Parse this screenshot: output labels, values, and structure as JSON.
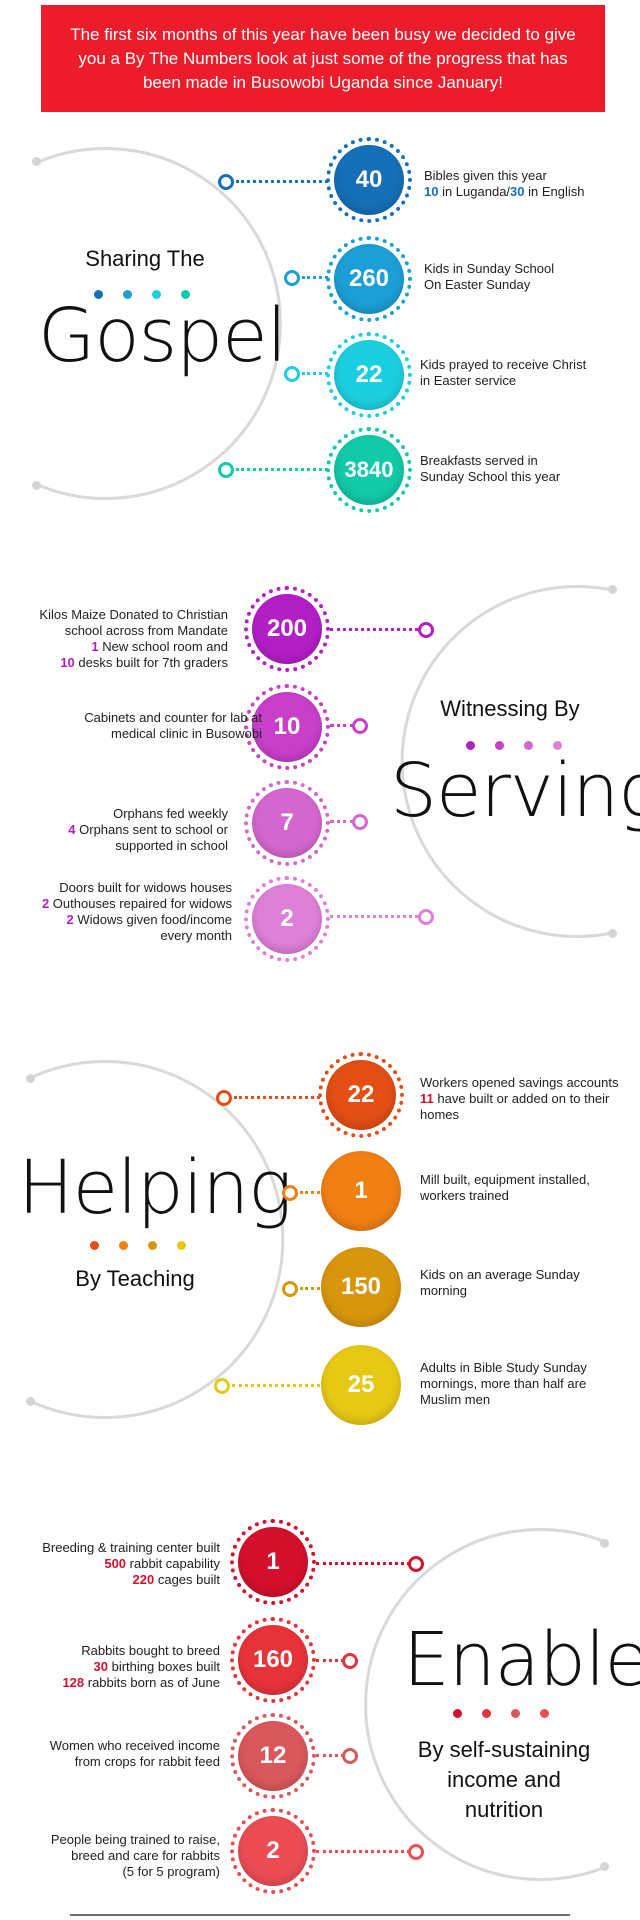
{
  "banner": "The first six months of this year have been busy we decided to give you a By The Numbers look at just some of the progress that has been made in Busowobi Uganda since January!",
  "gospel": {
    "title_small": "Sharing The",
    "title_big": "Gospel",
    "colors": [
      "#1570b8",
      "#1c9fd6",
      "#1ccfe0",
      "#12c9a8"
    ],
    "stats": [
      {
        "value": "40",
        "line1": "Bibles given this year",
        "hl1": "10",
        "mid": " in Luganda/",
        "hl2": "30",
        "tail": " in English"
      },
      {
        "value": "260",
        "line1": "Kids in Sunday School",
        "line2": "On Easter Sunday"
      },
      {
        "value": "22",
        "line1": "Kids prayed to receive Christ",
        "line2": "in Easter service"
      },
      {
        "value": "3840",
        "line1": "Breakfasts served in",
        "line2": "Sunday School this year"
      }
    ]
  },
  "serving": {
    "title_small": "Witnessing By",
    "title_big": "Serving",
    "colors": [
      "#b21fc4",
      "#c83fc9",
      "#d467cf",
      "#de7fd8"
    ],
    "stats": [
      {
        "value": "200",
        "line1": "Kilos Maize Donated to Christian",
        "line2": "school across from Mandate",
        "hl3": "1",
        "line3": " New school room and",
        "hl4": "10",
        "line4": " desks built for 7th graders"
      },
      {
        "value": "10",
        "line1": "Cabinets and counter for lab at",
        "line2": "medical clinic in Busowobi"
      },
      {
        "value": "7",
        "line1": "Orphans fed weekly",
        "hl2": "4",
        "line2": " Orphans sent to school or",
        "line3": "supported in school"
      },
      {
        "value": "2",
        "line1": "Doors built for widows houses",
        "hl2": "2",
        "line2": " Outhouses repaired for widows",
        "hl3": "2",
        "line3": " Widows given food/income",
        "line4": "every month"
      }
    ]
  },
  "helping": {
    "title_big": "Helping",
    "title_small": "By Teaching",
    "colors": [
      "#e24e14",
      "#f07f14",
      "#d8960c",
      "#e7c814"
    ],
    "stats": [
      {
        "value": "22",
        "line1": "Workers opened savings accounts",
        "hl2": "11",
        "line2": " have built or added on to their",
        "line3": "homes"
      },
      {
        "value": "1",
        "line1": "Mill built, equipment installed,",
        "line2": "workers trained"
      },
      {
        "value": "150",
        "line1": "Kids on an average Sunday",
        "line2": "morning"
      },
      {
        "value": "25",
        "line1": "Adults in Bible Study Sunday",
        "line2": "mornings, more than half are",
        "line3": "Muslim men"
      }
    ]
  },
  "enable": {
    "title_big": "Enable",
    "subtitle": [
      "By self-sustaining",
      "income and",
      "nutrition"
    ],
    "colors": [
      "#d5102c",
      "#e8323a",
      "#d9585c",
      "#ec4d55"
    ],
    "stats": [
      {
        "value": "1",
        "line1": "Breeding & training center built",
        "hl2": "500",
        "line2": " rabbit capability",
        "hl3": "220",
        "line3": " cages built"
      },
      {
        "value": "160",
        "line1": "Rabbits bought to breed",
        "hl2": "30",
        "line2": " birthing boxes built",
        "hl3": "128",
        "line3": " rabbits born as of June"
      },
      {
        "value": "12",
        "line1": "Women who received income",
        "line2": "from crops for rabbit feed"
      },
      {
        "value": "2",
        "line1": "People being trained to raise,",
        "line2": "breed and care for rabbits",
        "line3": "(5 for 5 program)"
      }
    ]
  }
}
